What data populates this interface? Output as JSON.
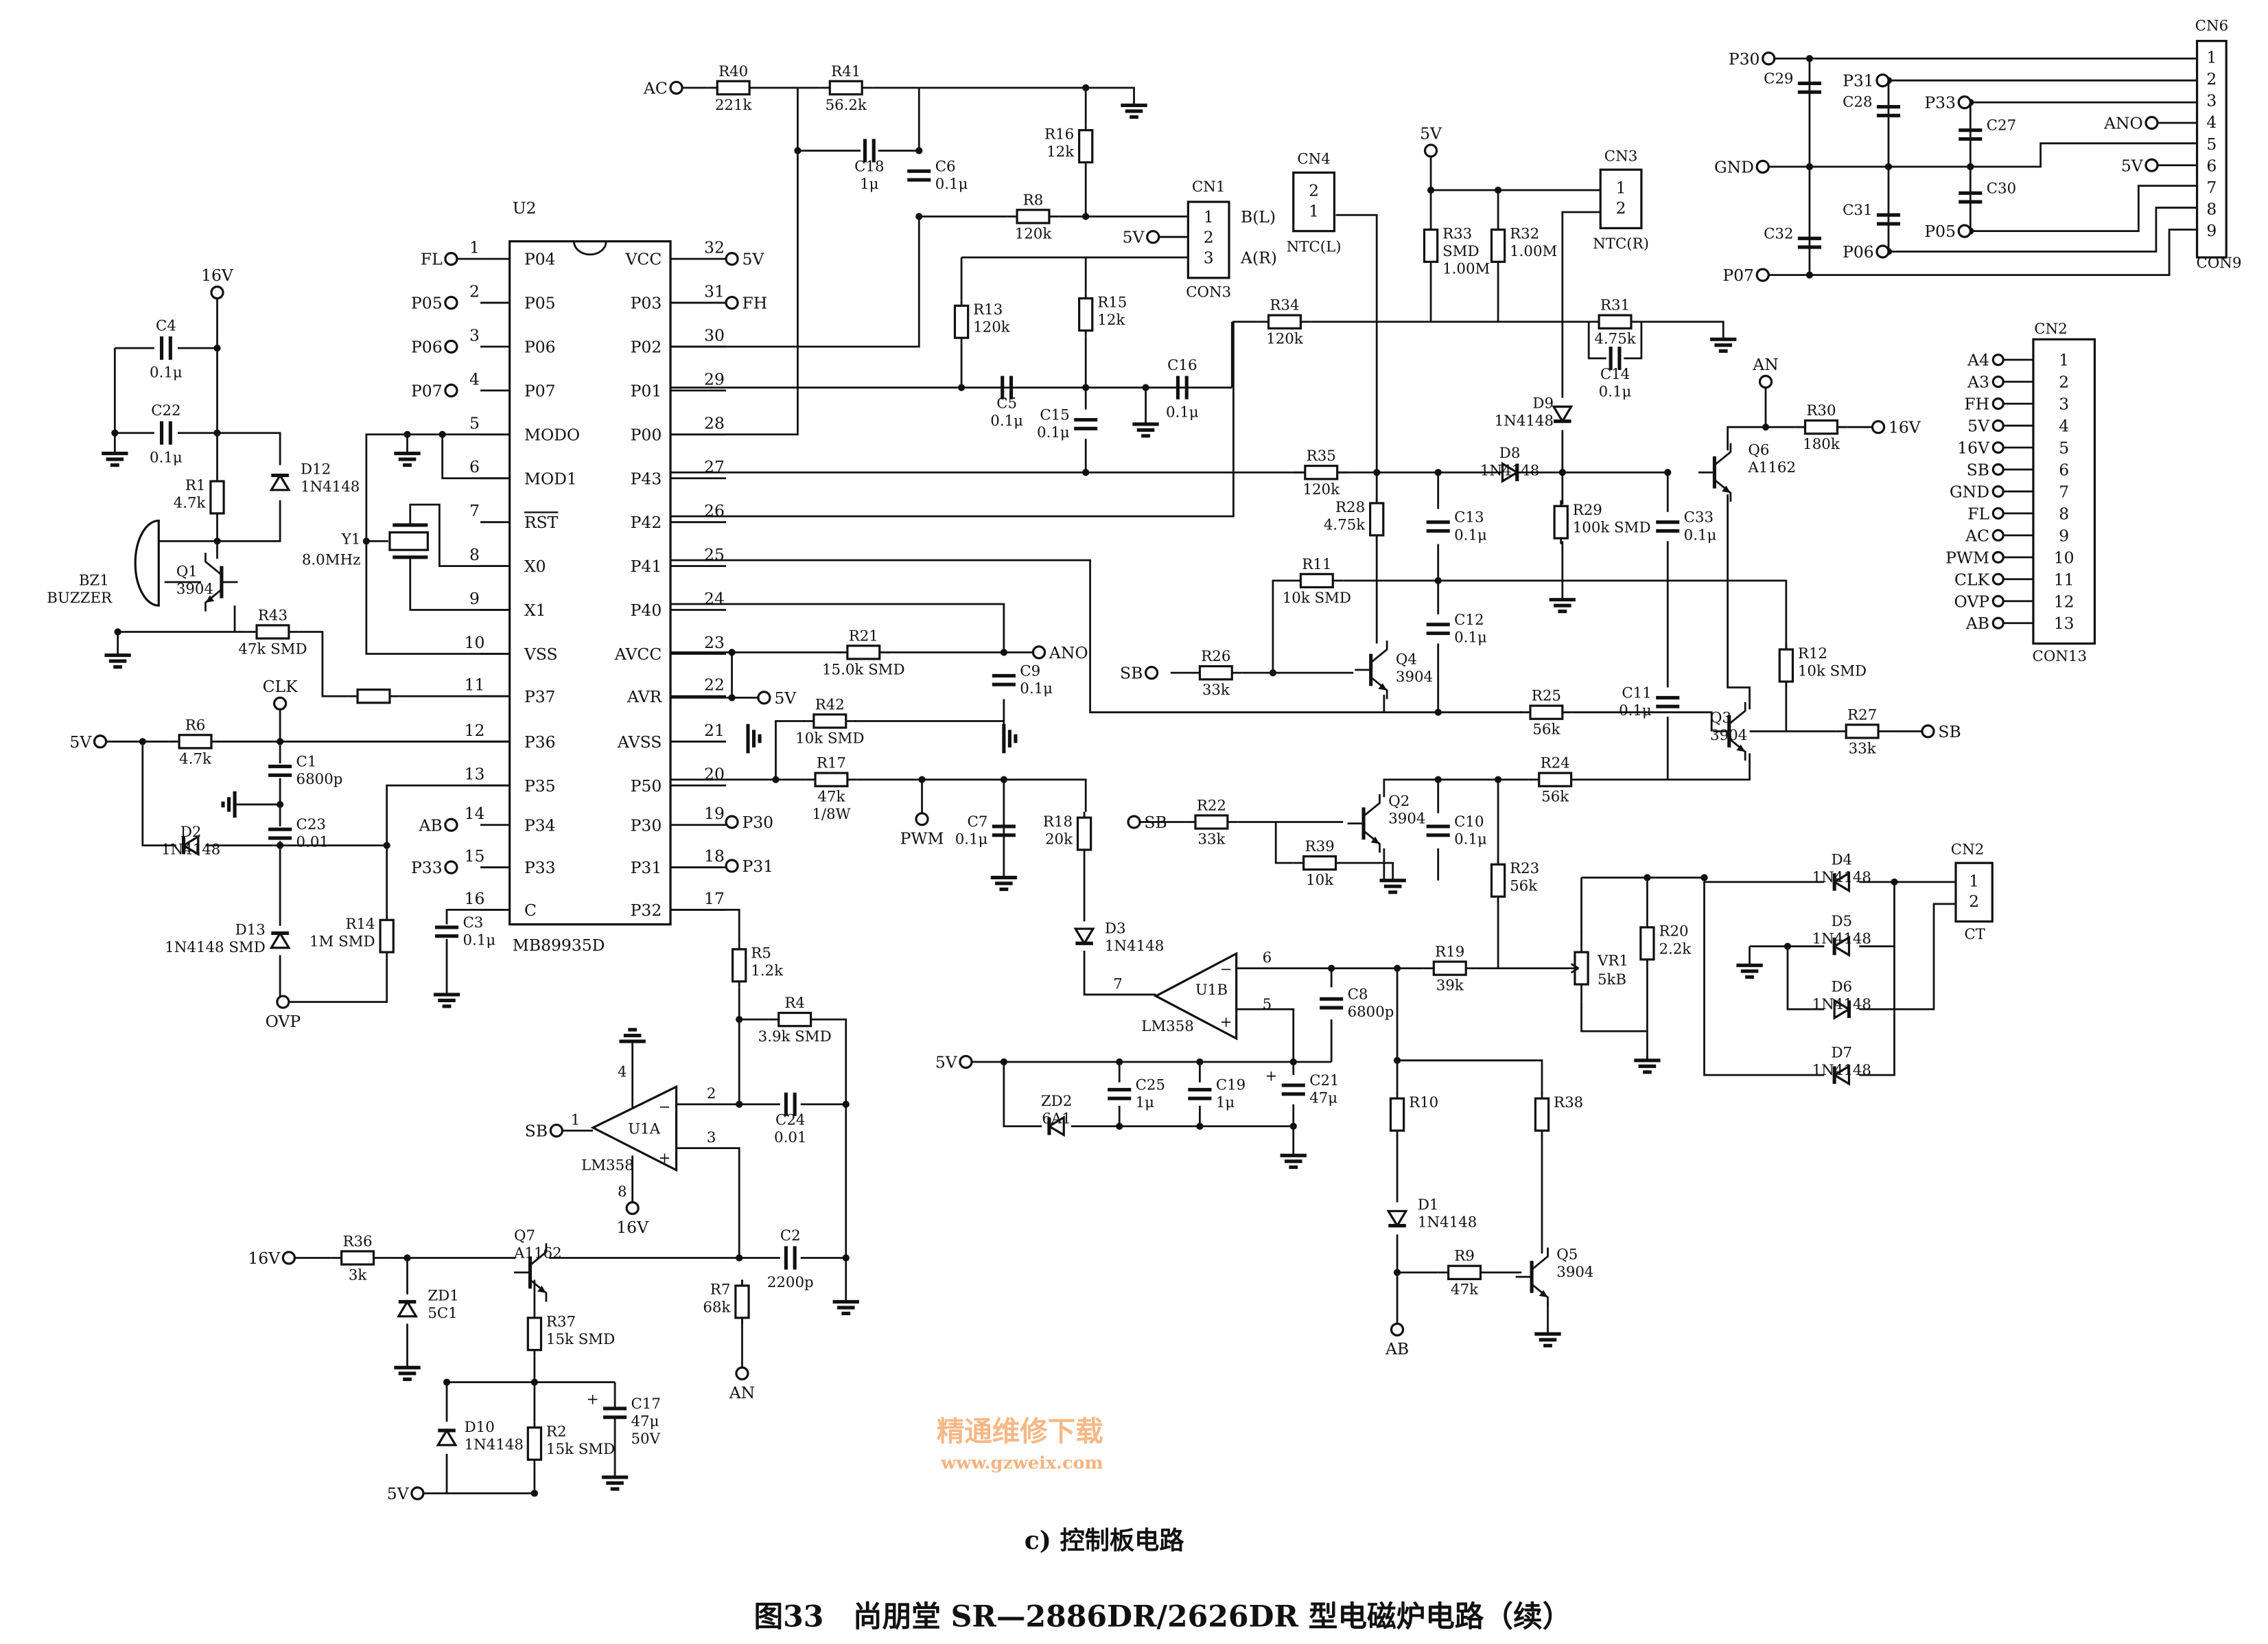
{
  "title": {
    "subcaption": "c) 控制板电路",
    "caption": "图33　尚朋堂 SR—2886DR/2626DR 型电磁炉电路（续）"
  },
  "watermark": {
    "cn": "精通维修下载",
    "url": "www.gzweix.com",
    "color": "#f2a15e"
  },
  "mcu": {
    "ref": "U2",
    "part": "MB89935D",
    "left_pins": [
      {
        "num": "1",
        "name": "P04"
      },
      {
        "num": "2",
        "name": "P05"
      },
      {
        "num": "3",
        "name": "P06"
      },
      {
        "num": "4",
        "name": "P07"
      },
      {
        "num": "5",
        "name": "MODO"
      },
      {
        "num": "6",
        "name": "MOD1"
      },
      {
        "num": "7",
        "name": "RST"
      },
      {
        "num": "8",
        "name": "X0"
      },
      {
        "num": "9",
        "name": "X1"
      },
      {
        "num": "10",
        "name": "VSS"
      },
      {
        "num": "11",
        "name": "P37"
      },
      {
        "num": "12",
        "name": "P36"
      },
      {
        "num": "13",
        "name": "P35"
      },
      {
        "num": "14",
        "name": "P34"
      },
      {
        "num": "15",
        "name": "P33"
      },
      {
        "num": "16",
        "name": "C"
      }
    ],
    "right_pins": [
      {
        "num": "32",
        "name": "VCC"
      },
      {
        "num": "31",
        "name": "P03"
      },
      {
        "num": "30",
        "name": "P02"
      },
      {
        "num": "29",
        "name": "P01"
      },
      {
        "num": "28",
        "name": "P00"
      },
      {
        "num": "27",
        "name": "P43"
      },
      {
        "num": "26",
        "name": "P42"
      },
      {
        "num": "25",
        "name": "P41"
      },
      {
        "num": "24",
        "name": "P40"
      },
      {
        "num": "23",
        "name": "AVCC"
      },
      {
        "num": "22",
        "name": "AVR"
      },
      {
        "num": "21",
        "name": "AVSS"
      },
      {
        "num": "20",
        "name": "P50"
      },
      {
        "num": "19",
        "name": "P30"
      },
      {
        "num": "18",
        "name": "P31"
      },
      {
        "num": "17",
        "name": "P32"
      }
    ]
  },
  "components": {
    "R40": {
      "ref": "R40",
      "value": "221k"
    },
    "R41": {
      "ref": "R41",
      "value": "56.2k"
    },
    "R16": {
      "ref": "R16",
      "value": "12k"
    },
    "R8": {
      "ref": "R8",
      "value": "120k"
    },
    "R13": {
      "ref": "R13",
      "value": "120k"
    },
    "R15": {
      "ref": "R15",
      "value": "12k"
    },
    "R34": {
      "ref": "R34",
      "value": "120k"
    },
    "R31": {
      "ref": "R31",
      "value": "4.75k"
    },
    "R33": {
      "ref": "R33",
      "value": "SMD",
      "value2": "1.00M"
    },
    "R32": {
      "ref": "R32",
      "value": "1.00M"
    },
    "R35": {
      "ref": "R35",
      "value": "120k"
    },
    "R28": {
      "ref": "R28",
      "value": "4.75k"
    },
    "R29": {
      "ref": "R29",
      "value": "100k SMD"
    },
    "R30": {
      "ref": "R30",
      "value": "180k"
    },
    "R11": {
      "ref": "R11",
      "value": "10k SMD"
    },
    "R26": {
      "ref": "R26",
      "value": "33k"
    },
    "R25": {
      "ref": "R25",
      "value": "56k"
    },
    "R12": {
      "ref": "R12",
      "value": "10k SMD"
    },
    "R27": {
      "ref": "R27",
      "value": "33k"
    },
    "R24": {
      "ref": "R24",
      "value": "56k"
    },
    "R21": {
      "ref": "R21",
      "value": "15.0k SMD"
    },
    "R42": {
      "ref": "R42",
      "value": "10k SMD"
    },
    "R17": {
      "ref": "R17",
      "value": "47k",
      "value2": "1/8W"
    },
    "R22": {
      "ref": "R22",
      "value": "33k"
    },
    "R18": {
      "ref": "R18",
      "value": "20k"
    },
    "R39": {
      "ref": "R39",
      "value": "10k"
    },
    "R23": {
      "ref": "R23",
      "value": "56k"
    },
    "R19": {
      "ref": "R19",
      "value": "39k"
    },
    "R20": {
      "ref": "R20",
      "value": "2.2k"
    },
    "VR1": {
      "ref": "VR1",
      "value": "5kB"
    },
    "R6": {
      "ref": "R6",
      "value": "4.7k"
    },
    "R43": {
      "ref": "R43",
      "value": "47k SMD"
    },
    "R1": {
      "ref": "R1",
      "value": "4.7k"
    },
    "R14": {
      "ref": "R14",
      "value": "1M SMD"
    },
    "R5": {
      "ref": "R5",
      "value": "1.2k"
    },
    "R4": {
      "ref": "R4",
      "value": "3.9k SMD"
    },
    "R36": {
      "ref": "R36",
      "value": "3k"
    },
    "R37": {
      "ref": "R37",
      "value": "15k SMD"
    },
    "R2": {
      "ref": "R2",
      "value": "15k SMD"
    },
    "R7": {
      "ref": "R7",
      "value": "68k"
    },
    "R10": {
      "ref": "R10",
      "value": ""
    },
    "R38": {
      "ref": "R38",
      "value": ""
    },
    "R9": {
      "ref": "R9",
      "value": "47k"
    },
    "C18": {
      "ref": "C18",
      "value": "1μ"
    },
    "C6": {
      "ref": "C6",
      "value": "0.1μ"
    },
    "C5": {
      "ref": "C5",
      "value": "0.1μ"
    },
    "C15": {
      "ref": "C15",
      "value": "0.1μ"
    },
    "C16": {
      "ref": "C16",
      "value": "0.1μ"
    },
    "C14": {
      "ref": "C14",
      "value": "0.1μ"
    },
    "C13": {
      "ref": "C13",
      "value": "0.1μ"
    },
    "C33": {
      "ref": "C33",
      "value": "0.1μ"
    },
    "C12": {
      "ref": "C12",
      "value": "0.1μ"
    },
    "C11": {
      "ref": "C11",
      "value": "0.1μ"
    },
    "C9": {
      "ref": "C9",
      "value": "0.1μ"
    },
    "C7": {
      "ref": "C7",
      "value": "0.1μ"
    },
    "C10": {
      "ref": "C10",
      "value": "0.1μ"
    },
    "C8": {
      "ref": "C8",
      "value": "6800p"
    },
    "C25": {
      "ref": "C25",
      "value": "1μ"
    },
    "C19": {
      "ref": "C19",
      "value": "1μ"
    },
    "C21": {
      "ref": "C21",
      "value": "47μ"
    },
    "C4": {
      "ref": "C4",
      "value": "0.1μ"
    },
    "C22": {
      "ref": "C22",
      "value": "0.1μ"
    },
    "C1": {
      "ref": "C1",
      "value": "6800p"
    },
    "C23": {
      "ref": "C23",
      "value": "0.01"
    },
    "C3": {
      "ref": "C3",
      "value": "0.1μ"
    },
    "C24": {
      "ref": "C24",
      "value": "0.01"
    },
    "C2": {
      "ref": "C2",
      "value": "2200p"
    },
    "C17": {
      "ref": "C17",
      "value": "47μ",
      "value2": "50V"
    },
    "C29": {
      "ref": "C29",
      "value": ""
    },
    "C28": {
      "ref": "C28",
      "value": ""
    },
    "C27": {
      "ref": "C27",
      "value": ""
    },
    "C30": {
      "ref": "C30",
      "value": ""
    },
    "C31": {
      "ref": "C31",
      "value": ""
    },
    "C32": {
      "ref": "C32",
      "value": ""
    },
    "D12": {
      "ref": "D12",
      "value": "1N4148"
    },
    "D2": {
      "ref": "D2",
      "value": "1N4148"
    },
    "D13": {
      "ref": "D13",
      "value": "1N4148 SMD"
    },
    "D9": {
      "ref": "D9",
      "value": "1N4148"
    },
    "D8": {
      "ref": "D8",
      "value": "1N4148"
    },
    "D3": {
      "ref": "D3",
      "value": "1N4148"
    },
    "D1": {
      "ref": "D1",
      "value": "1N4148"
    },
    "D4": {
      "ref": "D4",
      "value": "1N4148"
    },
    "D5": {
      "ref": "D5",
      "value": "1N4148"
    },
    "D6": {
      "ref": "D6",
      "value": "1N4148"
    },
    "D7": {
      "ref": "D7",
      "value": "1N4148"
    },
    "D10": {
      "ref": "D10",
      "value": "1N4148"
    },
    "ZD1": {
      "ref": "ZD1",
      "value": "5C1"
    },
    "ZD2": {
      "ref": "ZD2",
      "value": "6A1"
    },
    "Q1": {
      "ref": "Q1",
      "value": "3904"
    },
    "Q2": {
      "ref": "Q2",
      "value": "3904"
    },
    "Q3": {
      "ref": "Q3",
      "value": "3904"
    },
    "Q4": {
      "ref": "Q4",
      "value": "3904"
    },
    "Q5": {
      "ref": "Q5",
      "value": "3904"
    },
    "Q6": {
      "ref": "Q6",
      "value": "A1162"
    },
    "Q7": {
      "ref": "Q7",
      "value": "A1162"
    },
    "Y1": {
      "ref": "Y1",
      "value": "8.0MHz"
    },
    "BZ1": {
      "ref": "BZ1",
      "value": "BUZZER"
    }
  },
  "opamps": {
    "U1A": {
      "ref": "U1A",
      "part": "LM358",
      "pins": [
        "1",
        "2",
        "3",
        "4",
        "8"
      ]
    },
    "U1B": {
      "ref": "U1B",
      "part": "LM358",
      "pins": [
        "7",
        "6",
        "5"
      ]
    }
  },
  "connectors": {
    "CN1": {
      "ref": "CN1",
      "type": "CON3",
      "pins": [
        "1",
        "2",
        "3"
      ],
      "labels": [
        "B(L)",
        "A(R)"
      ]
    },
    "CN4": {
      "ref": "CN4",
      "pins": [
        "2",
        "1"
      ],
      "label": "NTC(L)"
    },
    "CN3": {
      "ref": "CN3",
      "pins": [
        "1",
        "2"
      ],
      "label": "NTC(R)"
    },
    "CN6": {
      "ref": "CN6",
      "type": "CON9",
      "pins": [
        "1",
        "2",
        "3",
        "4",
        "5",
        "6",
        "7",
        "8",
        "9"
      ]
    },
    "CN2": {
      "ref": "CN2",
      "type": "CON13",
      "pins": [
        "1",
        "2",
        "3",
        "4",
        "5",
        "6",
        "7",
        "8",
        "9",
        "10",
        "11",
        "12",
        "13"
      ],
      "signals": [
        "A4",
        "A3",
        "FH",
        "5V",
        "16V",
        "SB",
        "GND",
        "FL",
        "AC",
        "PWM",
        "CLK",
        "OVP",
        "AB"
      ]
    },
    "CN2b": {
      "ref": "CN2",
      "pins": [
        "1",
        "2"
      ],
      "label": "CT"
    }
  },
  "terminals": [
    "FL",
    "P05",
    "P06",
    "P07",
    "AB",
    "P33",
    "5V",
    "FH",
    "5V",
    "P30",
    "P31",
    "ANO",
    "AC",
    "5V",
    "16V",
    "CLK",
    "5V",
    "OVP",
    "16V",
    "SB",
    "16V",
    "5V",
    "AN",
    "PWM",
    "SB",
    "5V",
    "AB",
    "SB",
    "AN",
    "16V",
    "SB",
    "5V",
    "P30",
    "P31",
    "P33",
    "ANO",
    "GND",
    "5V",
    "P05",
    "P06",
    "P07"
  ]
}
